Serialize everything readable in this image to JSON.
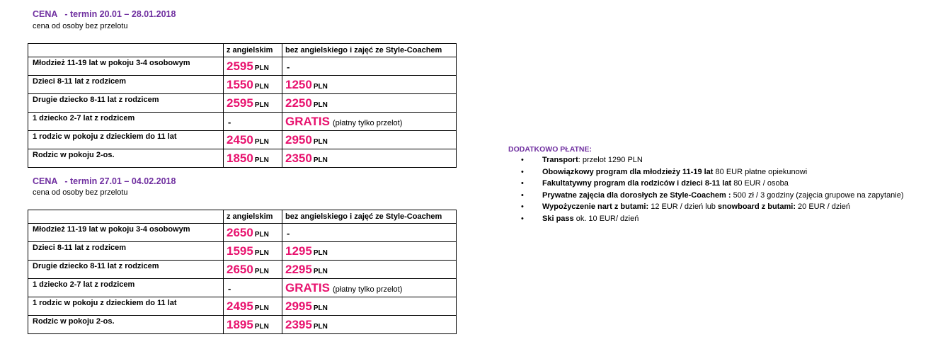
{
  "section1": {
    "title": "CENA   - termin 20.01 – 28.01.2018",
    "subtitle": "cena od osoby bez przelotu",
    "header": {
      "col1": "z angielskim",
      "col2": "bez angielskiego i zajęć ze Style-Coachem"
    },
    "rows": [
      {
        "label": "Młodzież 11-19 lat w pokoju 3-4 osobowym",
        "p1": "2595",
        "c1": "PLN",
        "p2": "",
        "c2": "",
        "d1": "",
        "d2": "-",
        "n2": ""
      },
      {
        "label": "Dzieci 8-11 lat z rodzicem",
        "p1": "1550",
        "c1": "PLN",
        "p2": "1250",
        "c2": "PLN",
        "d1": "",
        "d2": "",
        "n2": ""
      },
      {
        "label": "Drugie dziecko 8-11 lat z rodzicem",
        "p1": "2595",
        "c1": "PLN",
        "p2": "2250",
        "c2": "PLN",
        "d1": "",
        "d2": "",
        "n2": ""
      },
      {
        "label": "1 dziecko 2-7 lat z rodzicem",
        "p1": "",
        "c1": "",
        "p2": "GRATIS",
        "c2": "",
        "d1": "-",
        "d2": "",
        "n2": "(płatny tylko przelot)"
      },
      {
        "label": "1 rodzic w pokoju z dzieckiem do 11 lat",
        "p1": "2450",
        "c1": "PLN",
        "p2": "2950",
        "c2": "PLN",
        "d1": "",
        "d2": "",
        "n2": ""
      },
      {
        "label": "Rodzic w pokoju 2-os.",
        "p1": "1850",
        "c1": "PLN",
        "p2": "2350",
        "c2": "PLN",
        "d1": "",
        "d2": "",
        "n2": ""
      }
    ]
  },
  "section2": {
    "title": "CENA   - termin 27.01 – 04.02.2018",
    "subtitle": "cena od osoby bez przelotu",
    "header": {
      "col1": "z angielskim",
      "col2": "bez angielskiego i zajęć ze Style-Coachem"
    },
    "rows": [
      {
        "label": "Młodzież 11-19 lat w pokoju 3-4 osobowym",
        "p1": "2650",
        "c1": "PLN",
        "p2": "",
        "c2": "",
        "d1": "",
        "d2": "-",
        "n2": ""
      },
      {
        "label": "Dzieci 8-11 lat z rodzicem",
        "p1": "1595",
        "c1": "PLN",
        "p2": "1295",
        "c2": "PLN",
        "d1": "",
        "d2": "",
        "n2": ""
      },
      {
        "label": "Drugie dziecko 8-11 lat z rodzicem",
        "p1": "2650",
        "c1": "PLN",
        "p2": "2295",
        "c2": "PLN",
        "d1": "",
        "d2": "",
        "n2": ""
      },
      {
        "label": "1 dziecko 2-7 lat z rodzicem",
        "p1": "",
        "c1": "",
        "p2": "GRATIS",
        "c2": "",
        "d1": "-",
        "d2": "",
        "n2": "(płatny tylko przelot)"
      },
      {
        "label": "1 rodzic w pokoju z dzieckiem do 11 lat",
        "p1": "2495",
        "c1": "PLN",
        "p2": "2995",
        "c2": "PLN",
        "d1": "",
        "d2": "",
        "n2": ""
      },
      {
        "label": "Rodzic w pokoju 2-os.",
        "p1": "1895",
        "c1": "PLN",
        "p2": "2395",
        "c2": "PLN",
        "d1": "",
        "d2": "",
        "n2": ""
      }
    ]
  },
  "extras": {
    "title": "DODATKOWO PŁATNE:",
    "bullet": "•",
    "items": [
      {
        "bold": "Transport",
        "text": ": przelot 1290 PLN",
        "bold2": "",
        "text2": ""
      },
      {
        "bold": "Obowiązkowy program dla młodzieży 11-19 lat",
        "text": " 80 EUR płatne opiekunowi",
        "bold2": "",
        "text2": ""
      },
      {
        "bold": "Fakultatywny program dla rodziców i dzieci 8-11 lat",
        "text": " 80 EUR / osoba",
        "bold2": "",
        "text2": ""
      },
      {
        "bold": "Prywatne zajęcia dla dorosłych ze Style-Coachem :",
        "text": " 500 zł / 3 godziny (zajęcia grupowe na zapytanie)",
        "bold2": "",
        "text2": ""
      },
      {
        "bold": "Wypożyczenie nart z butami:",
        "text": " 12 EUR / dzień lub ",
        "bold2": "snowboard z butami:",
        "text2": " 20 EUR / dzień"
      },
      {
        "bold": "Ski pass",
        "text": " ok. 10 EUR/ dzień",
        "bold2": "",
        "text2": ""
      }
    ]
  },
  "colors": {
    "title": "#7030a0",
    "price": "#e8126e"
  }
}
